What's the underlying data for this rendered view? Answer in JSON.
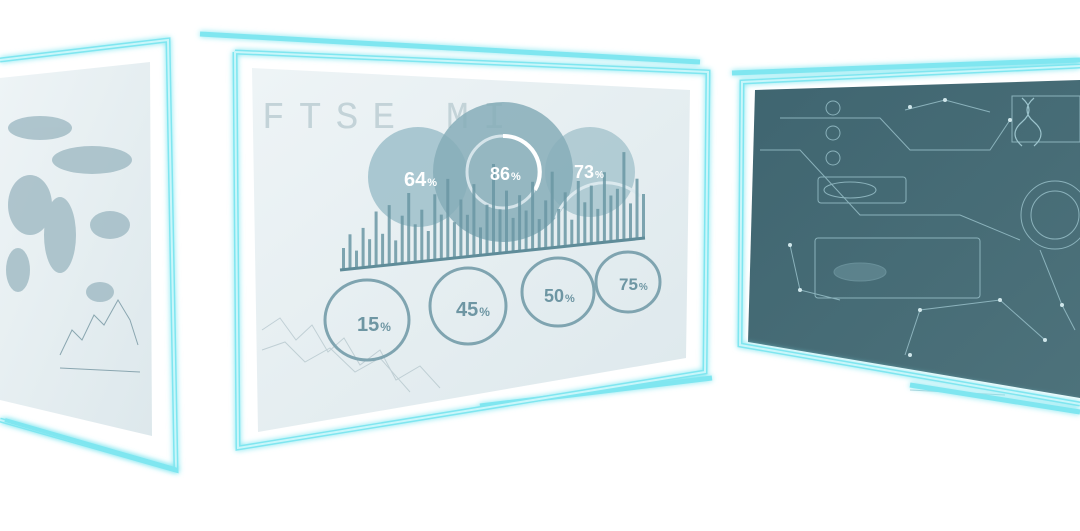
{
  "scene": {
    "glow_color": "#7fe6f0",
    "glow_edge_color": "#c9f6fa",
    "dark_panel_color": "#466a74",
    "light_panel_color": "#e4edf0",
    "accent_color": "#6a9aa6"
  },
  "center_panel": {
    "watermark_text": "FTSE MI",
    "bubbles": [
      {
        "value": "64",
        "unit": "%"
      },
      {
        "value": "86",
        "unit": "%"
      },
      {
        "value": "73",
        "unit": "%"
      }
    ],
    "rings": [
      {
        "value": "15",
        "unit": "%"
      },
      {
        "value": "45",
        "unit": "%"
      },
      {
        "value": "50",
        "unit": "%"
      },
      {
        "value": "75",
        "unit": "%"
      }
    ]
  },
  "left_panel": {
    "content": "world-map-icon"
  },
  "right_panel": {
    "content": "network-diagram-icon"
  }
}
